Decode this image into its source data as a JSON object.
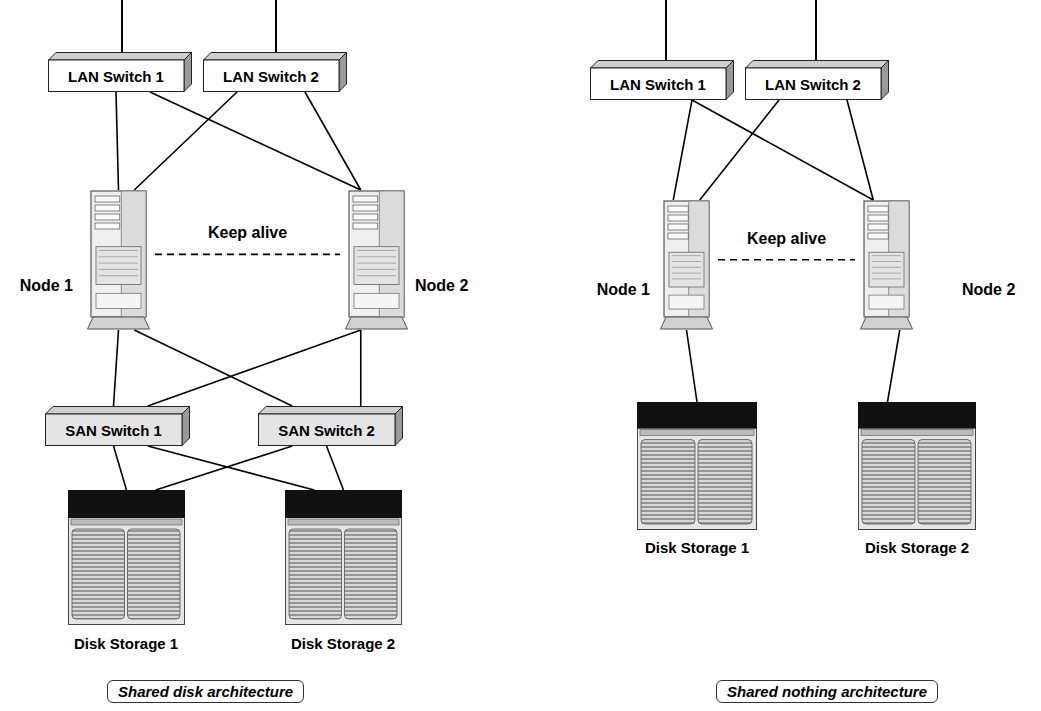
{
  "diagram": {
    "nodes": [
      {
        "text": [
          "LAN Switch 1"
        ]
      },
      {
        "text": [
          "LAN Switch 2"
        ]
      },
      {
        "text": [
          "Node 1"
        ]
      },
      {
        "text": [
          "Node 2"
        ]
      },
      {
        "text": [
          "SAN Switch 1"
        ]
      },
      {
        "text": [
          "SAN Switch 2"
        ]
      },
      {
        "text": [
          "Disk Storage 1"
        ]
      },
      {
        "text": [
          "Disk Storage 2"
        ]
      },
      {
        "text": [
          "LAN Switch 1"
        ]
      },
      {
        "text": [
          "LAN Switch 2"
        ]
      },
      {
        "text": [
          "Node 1"
        ]
      },
      {
        "text": [
          "Node 2"
        ]
      },
      {
        "text": [
          "Disk Storage 1"
        ]
      },
      {
        "text": [
          "Disk Storage 2"
        ]
      }
    ],
    "edges": [
      {
        "from": 0,
        "to": 2,
        "arrow": "none"
      },
      {
        "from": 0,
        "to": 3,
        "arrow": "none"
      },
      {
        "from": 1,
        "to": 2,
        "arrow": "none"
      },
      {
        "from": 1,
        "to": 3,
        "arrow": "none"
      },
      {
        "from": 2,
        "to": 3,
        "label": "Keep alive",
        "arrow": "none"
      },
      {
        "from": 2,
        "to": 4,
        "arrow": "none"
      },
      {
        "from": 2,
        "to": 5,
        "arrow": "none"
      },
      {
        "from": 3,
        "to": 4,
        "arrow": "none"
      },
      {
        "from": 3,
        "to": 5,
        "arrow": "none"
      },
      {
        "from": 4,
        "to": 6,
        "arrow": "none"
      },
      {
        "from": 4,
        "to": 7,
        "arrow": "none"
      },
      {
        "from": 5,
        "to": 6,
        "arrow": "none"
      },
      {
        "from": 5,
        "to": 7,
        "arrow": "none"
      },
      {
        "from": 8,
        "to": 10,
        "arrow": "none"
      },
      {
        "from": 8,
        "to": 11,
        "arrow": "none"
      },
      {
        "from": 9,
        "to": 10,
        "arrow": "none"
      },
      {
        "from": 9,
        "to": 11,
        "arrow": "none"
      },
      {
        "from": 10,
        "to": 11,
        "label": "Keep alive",
        "arrow": "none"
      },
      {
        "from": 10,
        "to": 12,
        "arrow": "none"
      },
      {
        "from": 11,
        "to": 13,
        "arrow": "none"
      }
    ],
    "labels": [
      "Shared disk architecture",
      "Shared nothing architecture"
    ]
  }
}
